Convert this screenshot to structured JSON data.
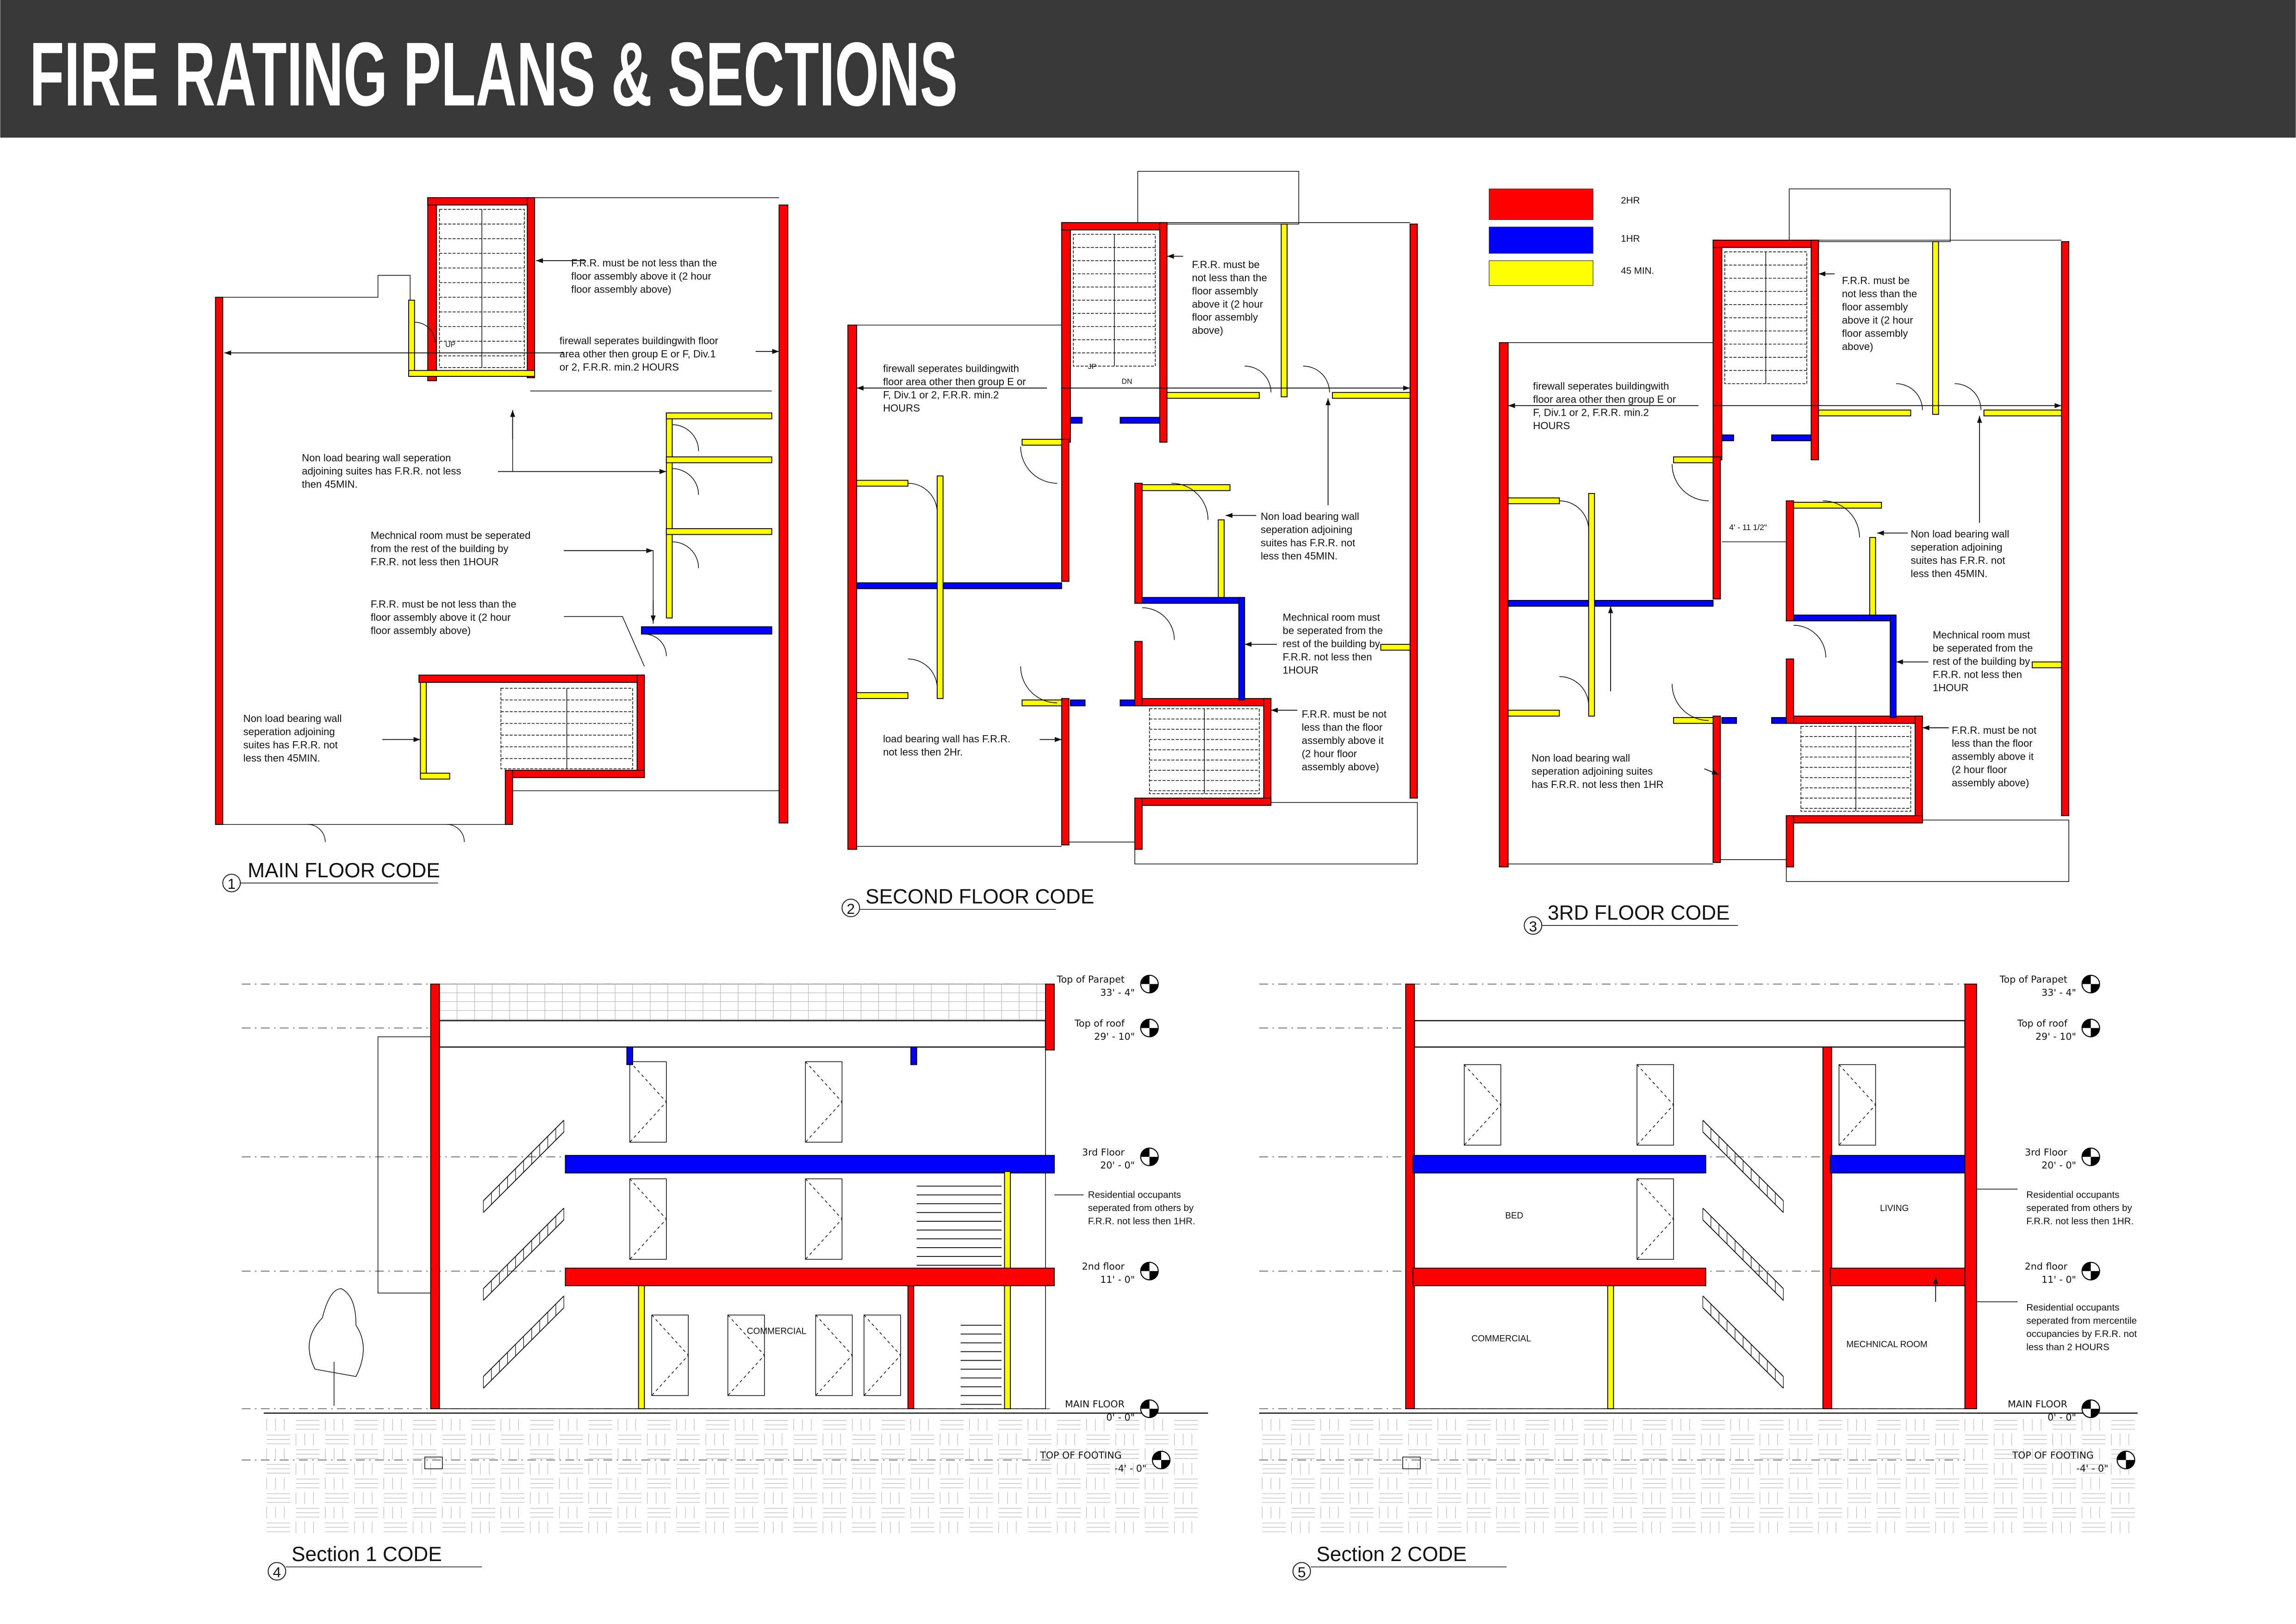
{
  "header": {
    "title": "FIRE RATING PLANS & SECTIONS",
    "background": "#383838"
  },
  "legend": [
    {
      "label": "2HR",
      "color": "#ff0000"
    },
    {
      "label": "1HR",
      "color": "#0000ff"
    },
    {
      "label": "45 MIN.",
      "color": "#ffff00"
    }
  ],
  "plan1": {
    "number": "1",
    "title": "MAIN FLOOR CODE",
    "stair_label": "UP",
    "notes": [
      {
        "lines": [
          "F.R.R. must be not less than the",
          "floor assembly above it (2 hour",
          "floor assembly above)"
        ]
      },
      {
        "lines": [
          "firewall  seperates buildingwith floor",
          "area other then group E or F,     Div.1",
          "or 2, F.R.R. min.2 HOURS"
        ]
      },
      {
        "lines": [
          "Non load bearing wall seperation",
          "adjoining suites has F.R.R. not less",
          "then 45MIN."
        ]
      },
      {
        "lines": [
          "Mechnical room must be seperated",
          "from the rest of the building by",
          "F.R.R. not less then 1HOUR"
        ]
      },
      {
        "lines": [
          "F.R.R. must be not less than the",
          "floor assembly above it (2 hour",
          "floor assembly above)"
        ]
      },
      {
        "lines": [
          "Non load bearing wall",
          "seperation adjoining",
          "suites has F.R.R. not",
          "less then 45MIN."
        ]
      }
    ]
  },
  "plan2": {
    "number": "2",
    "title": "SECOND FLOOR CODE",
    "stair_labels": [
      "JP",
      "DN"
    ],
    "notes": [
      {
        "lines": [
          "F.R.R. must be",
          "not less than the",
          "floor assembly",
          "above it (2 hour",
          "floor assembly",
          "above)"
        ]
      },
      {
        "lines": [
          "firewall  seperates buildingwith",
          "floor area other then group E or",
          "F,  Div.1 or 2, F.R.R. min.2",
          "HOURS"
        ]
      },
      {
        "lines": [
          "Non load bearing wall",
          "seperation adjoining",
          "suites has F.R.R. not",
          "less then 45MIN."
        ]
      },
      {
        "lines": [
          "Mechnical room must",
          "be seperated from the",
          "rest of the building by",
          "F.R.R. not less then",
          "1HOUR"
        ]
      },
      {
        "lines": [
          "F.R.R. must be not",
          "less than the floor",
          "assembly above it",
          "(2 hour floor",
          "assembly above)"
        ]
      },
      {
        "lines": [
          " load bearing wall  has F.R.R.",
          "not less then 2Hr."
        ]
      }
    ]
  },
  "plan3": {
    "number": "3",
    "title": "3RD FLOOR CODE",
    "dimension": "4' - 11 1/2\"",
    "notes": [
      {
        "lines": [
          "F.R.R. must be",
          "not less than the",
          "floor assembly",
          "above it (2 hour",
          "floor assembly",
          "above)"
        ]
      },
      {
        "lines": [
          "firewall  seperates buildingwith",
          "floor area other then group E or",
          "F,  Div.1 or 2, F.R.R. min.2",
          "HOURS"
        ]
      },
      {
        "lines": [
          "Non load bearing wall",
          "seperation adjoining",
          "suites has F.R.R. not",
          "less then 45MIN."
        ]
      },
      {
        "lines": [
          "Mechnical room must",
          "be seperated from the",
          "rest of the building by",
          "F.R.R. not less then",
          "1HOUR"
        ]
      },
      {
        "lines": [
          "F.R.R. must be not",
          "less than the floor",
          "assembly above it",
          "(2 hour floor",
          "assembly above)"
        ]
      },
      {
        "lines": [
          "Non load bearing wall",
          "seperation adjoining suites",
          "has F.R.R. not less then 1HR"
        ]
      }
    ]
  },
  "levels": [
    {
      "name": "Top of Parapet",
      "elevation": "33' - 4\""
    },
    {
      "name": "Top of roof",
      "elevation": "29' - 10\""
    },
    {
      "name": "3rd Floor",
      "elevation": "20' - 0\""
    },
    {
      "name": "2nd floor",
      "elevation": "11' - 0\""
    },
    {
      "name": "MAIN FLOOR",
      "elevation": "0' - 0\""
    },
    {
      "name": "TOP OF FOOTING",
      "elevation": "-4' - 0\""
    }
  ],
  "section1": {
    "number": "4",
    "title": "Section 1 CODE",
    "rooms": [
      "COMMERCIAL"
    ],
    "notes": [
      {
        "lines": [
          "Residential occupants",
          "seperated from others by",
          "F.R.R. not less then       1HR."
        ]
      }
    ]
  },
  "section2": {
    "number": "5",
    "title": "Section 2 CODE",
    "rooms": [
      "BED",
      "LIVING",
      "COMMERCIAL",
      "MECHNICAL ROOM"
    ],
    "notes": [
      {
        "lines": [
          "Residential occupants",
          "seperated from others by",
          "F.R.R. not less then       1HR."
        ]
      },
      {
        "lines": [
          "Residential occupants",
          "seperated from mercentile",
          "occupancies by F.R.R. not",
          "less than 2 HOURS"
        ]
      }
    ]
  }
}
